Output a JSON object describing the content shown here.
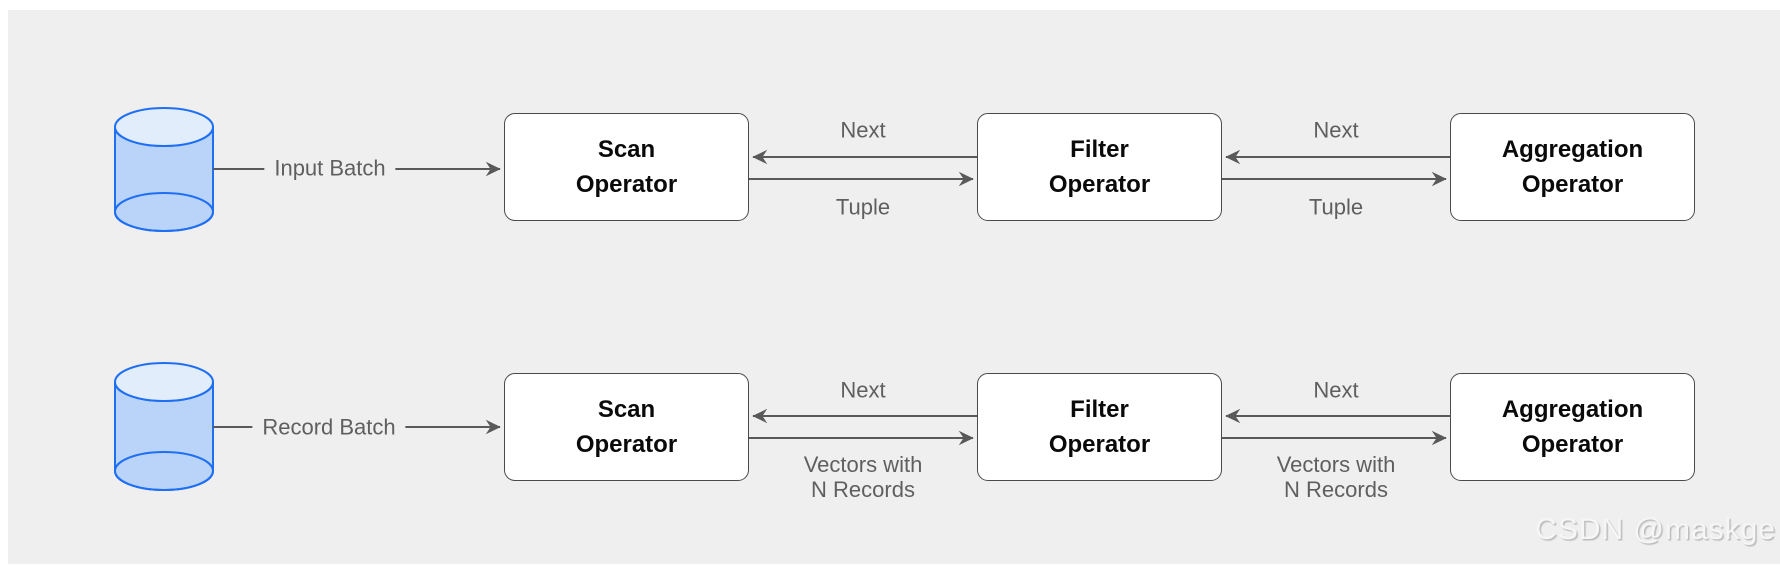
{
  "watermark": "CSDN @maskge",
  "colors": {
    "background": "#efefef",
    "page": "#ffffff",
    "box_fill": "#ffffff",
    "box_border": "#4a4a4a",
    "box_text": "#0a0a0a",
    "wire": "#595959",
    "edge_label": "#5f5f5f",
    "database_stroke": "#1f6ff3",
    "database_body_fill": "#b9d4f8",
    "database_top_fill": "#e2edfc"
  },
  "rows": [
    {
      "source": {
        "icon": "database-cylinder",
        "label": "Input Batch"
      },
      "operators": [
        {
          "label_lines": [
            "Scan",
            "Operator"
          ]
        },
        {
          "label_lines": [
            "Filter",
            "Operator"
          ]
        },
        {
          "label_lines": [
            "Aggregation",
            "Operator"
          ]
        }
      ],
      "links": [
        {
          "back_label": "Next",
          "forward_label_lines": [
            "Tuple"
          ]
        },
        {
          "back_label": "Next",
          "forward_label_lines": [
            "Tuple"
          ]
        }
      ]
    },
    {
      "source": {
        "icon": "database-cylinder",
        "label": "Record Batch"
      },
      "operators": [
        {
          "label_lines": [
            "Scan",
            "Operator"
          ]
        },
        {
          "label_lines": [
            "Filter",
            "Operator"
          ]
        },
        {
          "label_lines": [
            "Aggregation",
            "Operator"
          ]
        }
      ],
      "links": [
        {
          "back_label": "Next",
          "forward_label_lines": [
            "Vectors with",
            "N Records"
          ]
        },
        {
          "back_label": "Next",
          "forward_label_lines": [
            "Vectors with",
            "N Records"
          ]
        }
      ]
    }
  ]
}
